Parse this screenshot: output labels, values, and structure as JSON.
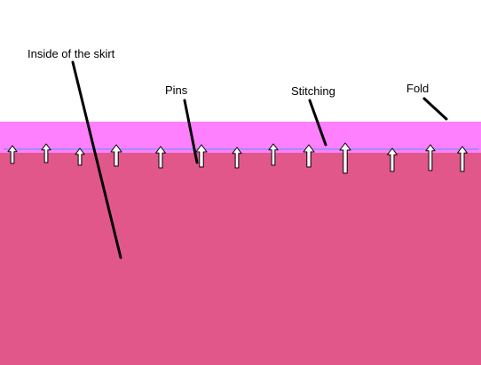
{
  "labels": {
    "inside": "Inside of the skirt",
    "pins": "Pins",
    "stitching": "Stitching",
    "fold": "Fold"
  },
  "colors": {
    "background": "#ffffff",
    "fold_band": "#ff80ff",
    "skirt_body": "#e2578a",
    "stitch_line": "#6f8fff",
    "pointer_line": "#000000",
    "pin_fill": "#ffffff",
    "pin_outline": "#000000"
  },
  "pin_count": 13
}
